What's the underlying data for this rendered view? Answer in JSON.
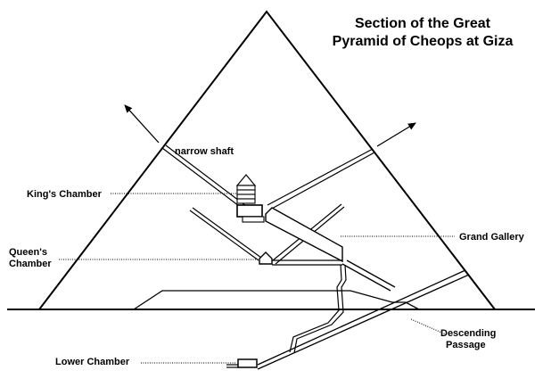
{
  "title": {
    "line1": "Section of the Great",
    "line2": "Pyramid of Cheops at Giza"
  },
  "labels": {
    "narrow_shaft": "narrow shaft",
    "kings_chamber": "King's Chamber",
    "queens_chamber_line1": "Queen's",
    "queens_chamber_line2": "Chamber",
    "grand_gallery": "Grand Gallery",
    "descending_passage_line1": "Descending",
    "descending_passage_line2": "Passage",
    "lower_chamber": "Lower Chamber"
  },
  "colors": {
    "line": "#000000",
    "background": "#ffffff"
  }
}
